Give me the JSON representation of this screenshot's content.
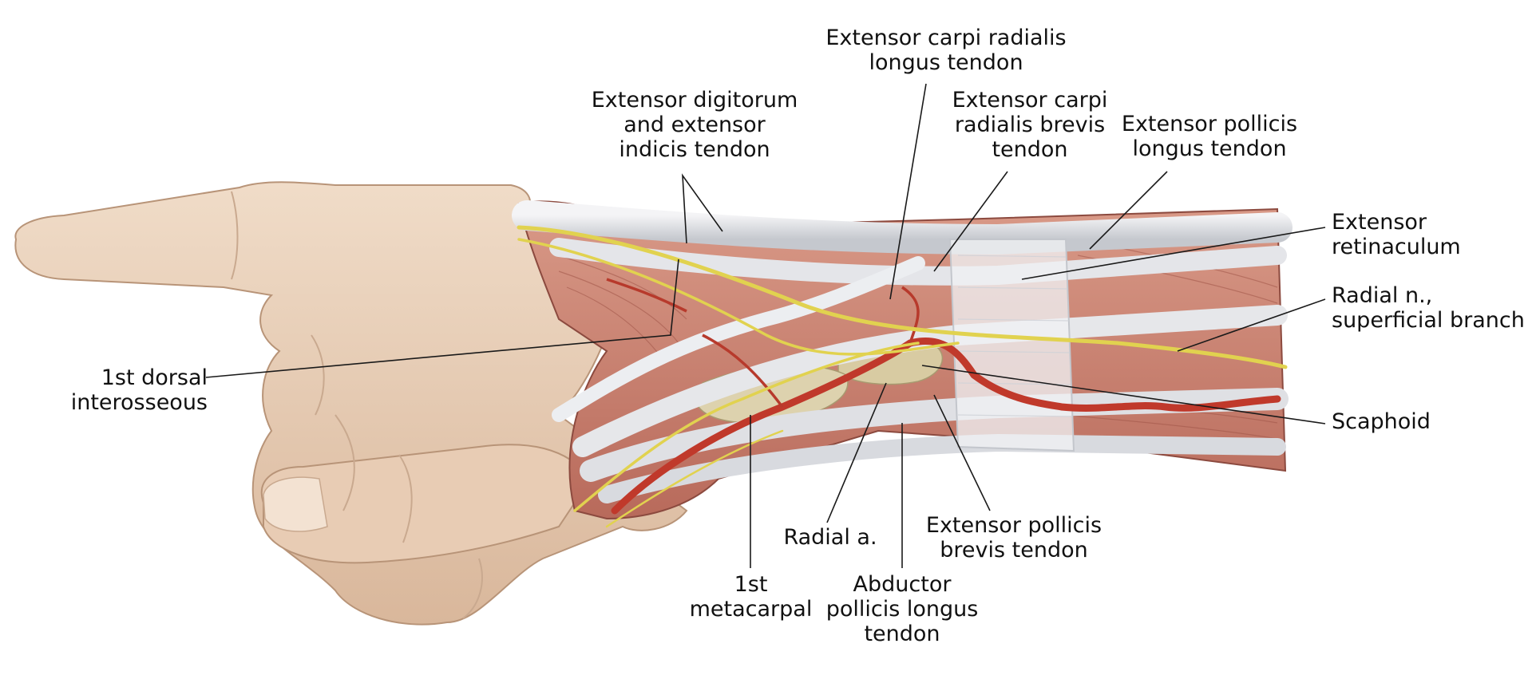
{
  "colors": {
    "skin": "#e9d2bd",
    "skin_shadow": "#caa88c",
    "muscle": "#c98575",
    "muscle_dark": "#a8584b",
    "tendon": "#e6e7ea",
    "tendon_shadow": "#b9bcc3",
    "bone": "#d8cba2",
    "artery": "#c0392b",
    "nerve": "#e6d85a",
    "leader": "#1a1a1a"
  },
  "labels": {
    "ecrl": "Extensor carpi radialis\nlongus tendon",
    "ed_ei": "Extensor digitorum\nand extensor\nindicis tendon",
    "ecrb": "Extensor carpi\nradialis brevis\ntendon",
    "epl": "Extensor pollicis\nlongus tendon",
    "retinaculum": "Extensor\nretinaculum",
    "radial_nerve": "Radial n.,\nsuperficial branch",
    "scaphoid": "Scaphoid",
    "first_dorsal": "1st dorsal\ninterosseous",
    "radial_artery": "Radial a.",
    "epb": "Extensor pollicis\nbrevis tendon",
    "first_metacarpal": "1st\nmetacarpal",
    "apl": "Abductor\npollicis longus\ntendon"
  }
}
